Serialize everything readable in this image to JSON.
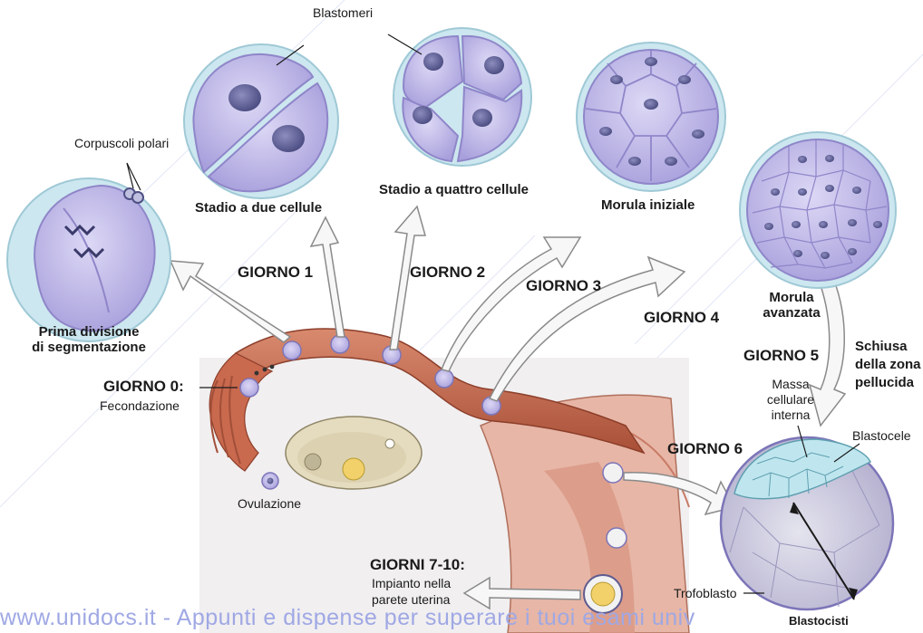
{
  "labels": {
    "blastomeri": "Blastomeri",
    "corpuscoli_polari": "Corpuscoli polari",
    "stadio_due": "Stadio a due cellule",
    "stadio_quattro": "Stadio a quattro cellule",
    "morula_iniziale": "Morula iniziale",
    "prima_divisione_1": "Prima divisione",
    "prima_divisione_2": "di segmentazione",
    "morula_avanzata_1": "Morula",
    "morula_avanzata_2": "avanzata",
    "schiusa_1": "Schiusa",
    "schiusa_2": "della zona",
    "schiusa_3": "pellucida",
    "massa_1": "Massa",
    "massa_2": "cellulare",
    "massa_3": "interna",
    "blastocele": "Blastocele",
    "trofoblasto": "Trofoblasto",
    "blastocisti": "Blastocisti",
    "fecondazione": "Fecondazione",
    "ovulazione": "Ovulazione",
    "impianto_1": "Impianto nella",
    "impianto_2": "parete uterina"
  },
  "days": {
    "giorno_0": "GIORNO 0:",
    "giorno_1": "GIORNO 1",
    "giorno_2": "GIORNO 2",
    "giorno_3": "GIORNO 3",
    "giorno_4": "GIORNO 4",
    "giorno_5": "GIORNO 5",
    "giorno_6": "GIORNO 6",
    "giorni_7_10": "GIORNI 7-10:"
  },
  "footer": "www.unidocs.it  -  Appunti e dispense per superare i tuoi esami univ",
  "colors": {
    "cell_fill": "#c9c3ec",
    "cell_stroke": "#8f86c9",
    "zona": "#bfe3ee",
    "nucleus": "#6f6fa3",
    "tube": "#c2664b",
    "arrow_fill": "#f7f7f7",
    "arrow_stroke": "#8a8a8a",
    "watermark": "#9fa8e4"
  }
}
